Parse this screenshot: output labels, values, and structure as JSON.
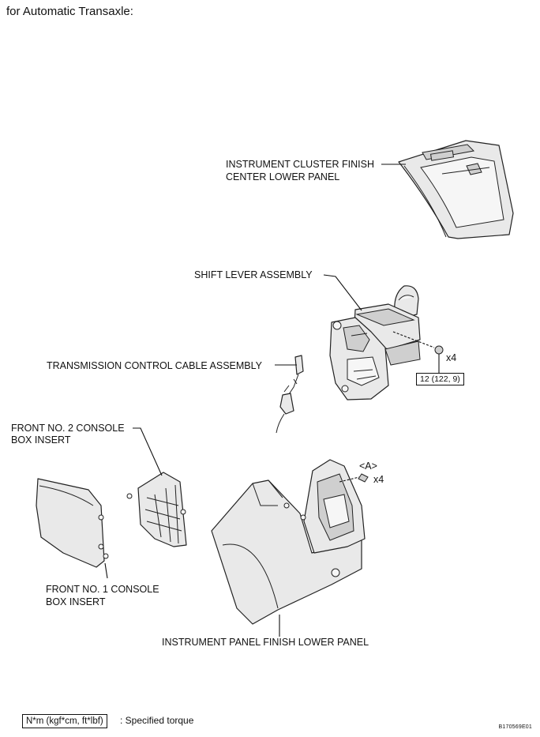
{
  "header": {
    "title": "for Automatic Transaxle:"
  },
  "labels": {
    "cluster_finish_line1": "INSTRUMENT CLUSTER FINISH",
    "cluster_finish_line2": "CENTER LOWER PANEL",
    "shift_lever": "SHIFT LEVER ASSEMBLY",
    "cable": "TRANSMISSION CONTROL CABLE ASSEMBLY",
    "console2_line1": "FRONT NO. 2 CONSOLE",
    "console2_line2": "BOX INSERT",
    "console1_line1": "FRONT NO. 1 CONSOLE",
    "console1_line2": "BOX INSERT",
    "lower_panel": "INSTRUMENT PANEL FINISH LOWER PANEL",
    "nut_qty": "x4",
    "screw_ref": "<A>",
    "screw_qty": "x4"
  },
  "torque": {
    "value": "12 (122,  9)"
  },
  "legend": {
    "unit": "N*m (kgf*cm, ft*lbf)",
    "text": ": Specified torque"
  },
  "figure_code": "B170569E01"
}
